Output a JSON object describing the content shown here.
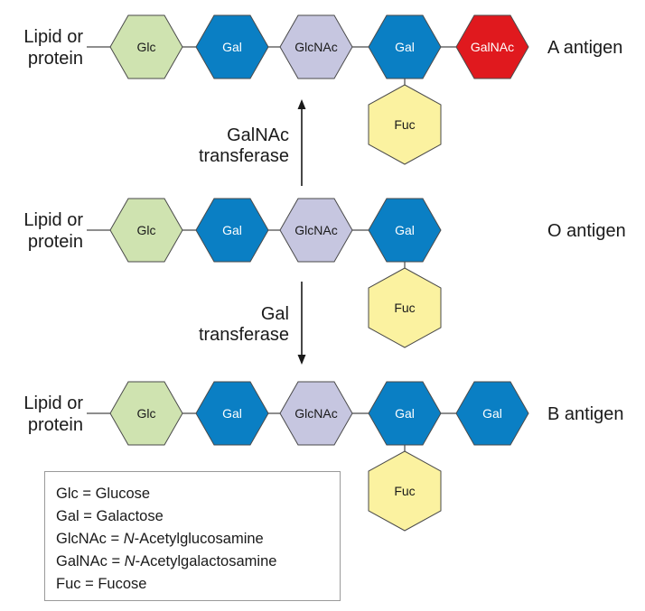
{
  "colors": {
    "Glc": "#cfe3b0",
    "Gal": "#0a7fc4",
    "GlcNAc": "#c6c6e0",
    "GalNAc": "#e0191e",
    "Fuc": "#fbf2a0",
    "text_on_dark": "#ffffff",
    "text_on_light": "#1a1a1a",
    "stroke": "#4a4a4a"
  },
  "rows": [
    {
      "id": "a",
      "substrate_label": [
        "Lipid or",
        "protein"
      ],
      "antigen_label": "A antigen",
      "chain": [
        "Glc",
        "Gal",
        "GlcNAc",
        "Gal",
        "GalNAc"
      ],
      "branch": "Fuc"
    },
    {
      "id": "o",
      "substrate_label": [
        "Lipid or",
        "protein"
      ],
      "antigen_label": "O antigen",
      "chain": [
        "Glc",
        "Gal",
        "GlcNAc",
        "Gal"
      ],
      "branch": "Fuc"
    },
    {
      "id": "b",
      "substrate_label": [
        "Lipid or",
        "protein"
      ],
      "antigen_label": "B antigen",
      "chain": [
        "Glc",
        "Gal",
        "GlcNAc",
        "Gal",
        "Gal"
      ],
      "branch": "Fuc"
    }
  ],
  "arrows": {
    "up": {
      "label": [
        "GalNAc",
        "transferase"
      ]
    },
    "down": {
      "label": [
        "Gal",
        "transferase"
      ]
    }
  },
  "legend": [
    {
      "abbr": "Glc",
      "eq": " = ",
      "prefix": "",
      "italic": "",
      "name": "Glucose"
    },
    {
      "abbr": "Gal",
      "eq": " = ",
      "prefix": "",
      "italic": "",
      "name": "Galactose"
    },
    {
      "abbr": "GlcNAc",
      "eq": " = ",
      "prefix": "",
      "italic": "N",
      "name": "-Acetylglucosamine"
    },
    {
      "abbr": "GalNAc",
      "eq": " = ",
      "prefix": "",
      "italic": "N",
      "name": "-Acetylgalactosamine"
    },
    {
      "abbr": "Fuc",
      "eq": " = ",
      "prefix": "",
      "italic": "",
      "name": "Fucose"
    }
  ]
}
